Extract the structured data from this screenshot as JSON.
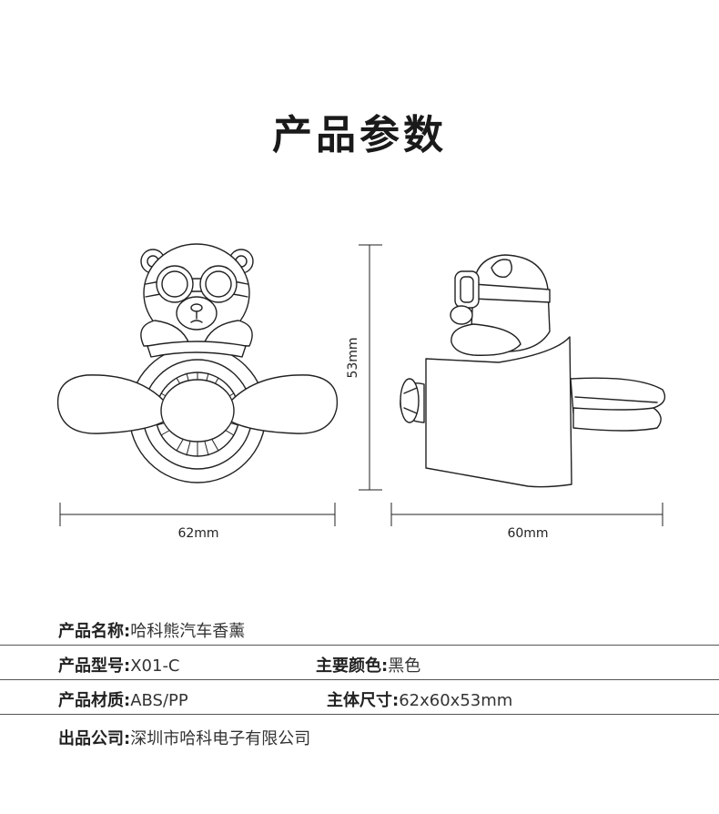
{
  "title": "产品参数",
  "dimensions": {
    "front_width": "62mm",
    "height": "53mm",
    "side_depth": "60mm"
  },
  "specs": [
    [
      {
        "key": "产品名称:",
        "value": "哈科熊汽车香薰"
      }
    ],
    [
      {
        "key": "产品型号:",
        "value": "X01-C"
      },
      {
        "key": "主要颜色:",
        "value": "黑色"
      }
    ],
    [
      {
        "key": "产品材质:",
        "value": "ABS/PP"
      },
      {
        "key": "主体尺寸:",
        "value": "62x60x53mm"
      }
    ],
    [
      {
        "key": "出品公司:",
        "value": "深圳市哈科电子有限公司"
      }
    ]
  ]
}
